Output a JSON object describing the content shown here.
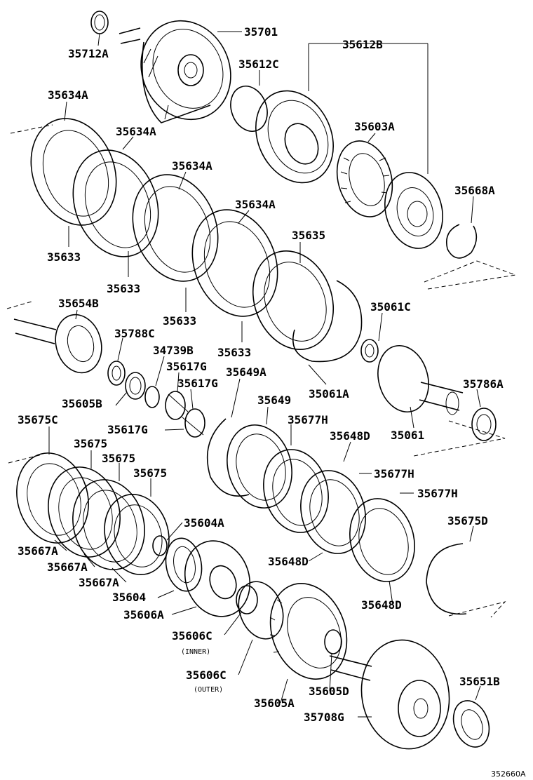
{
  "labels": {
    "l35712A": "35712A",
    "l35701": "35701",
    "l35612B": "35612B",
    "l35612C": "35612C",
    "l35634A_1": "35634A",
    "l35634A_2": "35634A",
    "l35634A_3": "35634A",
    "l35634A_4": "35634A",
    "l35603A": "35603A",
    "l35668A": "35668A",
    "l35633_1": "35633",
    "l35633_2": "35633",
    "l35633_3": "35633",
    "l35633_4": "35633",
    "l35635": "35635",
    "l35654B": "35654B",
    "l35061C": "35061C",
    "l35788C": "35788C",
    "l34739B": "34739B",
    "l35617G_1": "35617G",
    "l35617G_2": "35617G",
    "l35617G_3": "35617G",
    "l35649A": "35649A",
    "l35061A": "35061A",
    "l35786A": "35786A",
    "l35605B": "35605B",
    "l35649": "35649",
    "l35061": "35061",
    "l35675C": "35675C",
    "l35677H_1": "35677H",
    "l35677H_2": "35677H",
    "l35677H_3": "35677H",
    "l35648D_1": "35648D",
    "l35648D_2": "35648D",
    "l35648D_3": "35648D",
    "l35675_1": "35675",
    "l35675_2": "35675",
    "l35675_3": "35675",
    "l35604A": "35604A",
    "l35675D": "35675D",
    "l35667A_1": "35667A",
    "l35667A_2": "35667A",
    "l35667A_3": "35667A",
    "l35604": "35604",
    "l35606A": "35606A",
    "l35606C_1": "35606C",
    "inner": "(INNER)",
    "l35606C_2": "35606C",
    "outer": "(OUTER)",
    "l35605D": "35605D",
    "l35605A": "35605A",
    "l35651B": "35651B",
    "l35708G": "35708G"
  },
  "footer_code": "352660A"
}
